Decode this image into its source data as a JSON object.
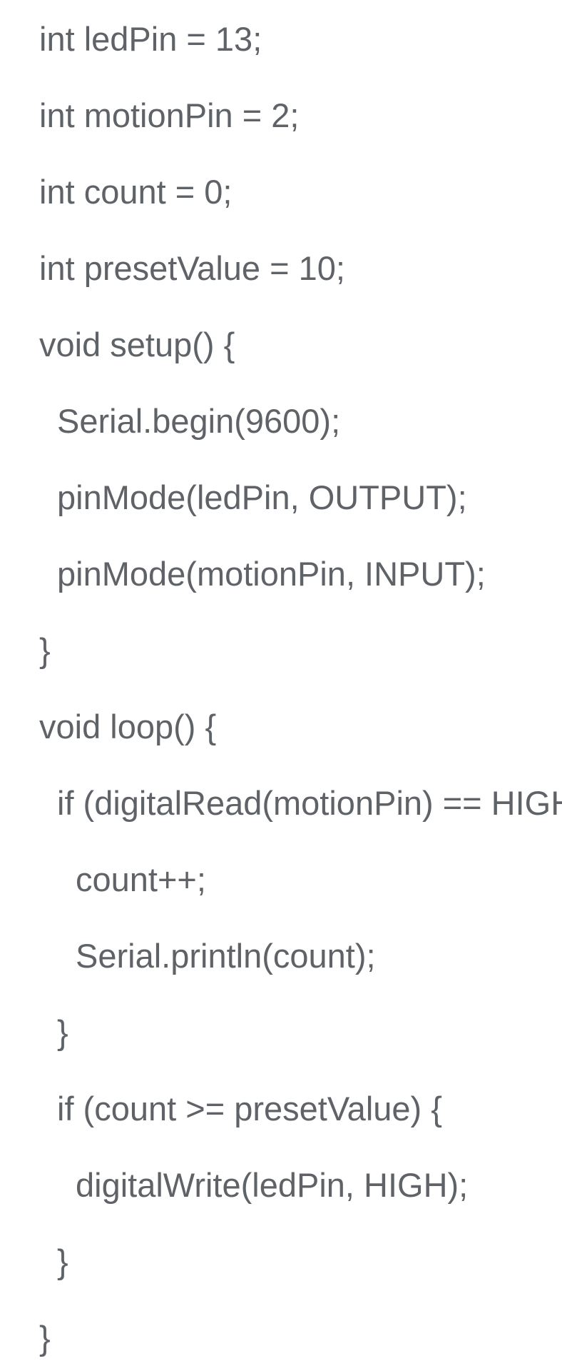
{
  "page": {
    "background_color": "#ffffff",
    "text_color": "#5f6368"
  },
  "code": {
    "language": "arduino-c",
    "lines": [
      {
        "indent": 0,
        "text": "int ledPin = 13;"
      },
      {
        "indent": 0,
        "text": "int motionPin = 2;"
      },
      {
        "indent": 0,
        "text": "int count = 0;"
      },
      {
        "indent": 0,
        "text": "int presetValue = 10;"
      },
      {
        "indent": 0,
        "text": "void setup() {"
      },
      {
        "indent": 1,
        "text": "Serial.begin(9600);"
      },
      {
        "indent": 1,
        "text": "pinMode(ledPin, OUTPUT);"
      },
      {
        "indent": 1,
        "text": "pinMode(motionPin, INPUT);"
      },
      {
        "indent": 0,
        "text": "}"
      },
      {
        "indent": 0,
        "text": "void loop() {"
      },
      {
        "indent": 1,
        "text": "if (digitalRead(motionPin) == HIGH"
      },
      {
        "indent": 2,
        "text": "count++;"
      },
      {
        "indent": 2,
        "text": "Serial.println(count);"
      },
      {
        "indent": 1,
        "text": "}"
      },
      {
        "indent": 1,
        "text": "if (count >= presetValue) {"
      },
      {
        "indent": 2,
        "text": "digitalWrite(ledPin, HIGH);"
      },
      {
        "indent": 1,
        "text": "}"
      },
      {
        "indent": 0,
        "text": "}"
      }
    ]
  }
}
